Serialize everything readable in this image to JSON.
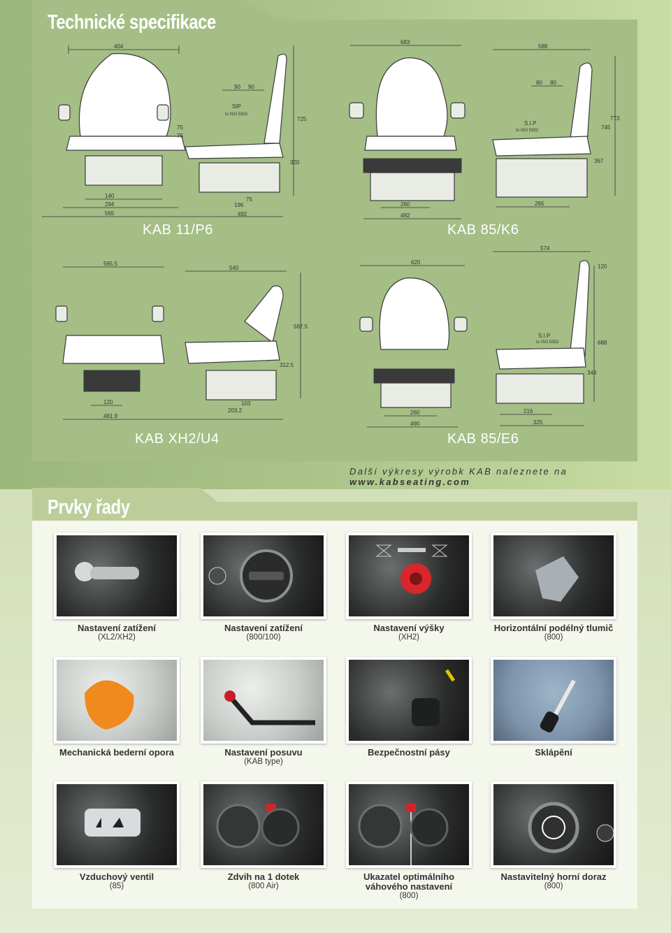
{
  "specs": {
    "title": "Technické specifikace",
    "models": [
      {
        "label": "KAB 11/P6"
      },
      {
        "label": "KAB 85/K6"
      },
      {
        "label": "KAB XH2/U4"
      },
      {
        "label": "KAB 85/E6"
      }
    ],
    "dims": {
      "kab11": {
        "front_width": "404",
        "d565": "565",
        "d294": "294",
        "d140": "140",
        "d90a": "90",
        "d90b": "90",
        "d75a": "75",
        "d75b": "75",
        "sip": "SIP",
        "sip_iso": "to ISO 5353",
        "d725": "725",
        "d320": "320",
        "d75c": "75",
        "d196": "196",
        "d492": "492"
      },
      "kab85k6": {
        "d683": "683",
        "d588": "588",
        "d80a": "80",
        "d80b": "80",
        "sip": "S.I.P",
        "sip_iso": "to ISO 5353",
        "d773": "773",
        "d745": "745",
        "d367": "367",
        "d260": "260",
        "d492": "492",
        "d265": "265"
      },
      "kabxh2": {
        "d5655": "565.5",
        "d540": "540",
        "d5875": "587.5",
        "d3125": "312.5",
        "d120": "120",
        "d103": "103",
        "d2032": "203.2",
        "d4819": "481.9"
      },
      "kab85e6": {
        "d620": "620",
        "d574": "574",
        "d120": "120",
        "sip": "S.I.P",
        "sip_iso": "to ISO 5353",
        "d688": "688",
        "d348": "348",
        "d260": "260",
        "d490": "490",
        "d216": "216",
        "d325": "325"
      }
    },
    "website_prefix": "Další výkresy výrobk",
    "website_mid": "KAB naleznete na",
    "website_url": "www.kabseating.com"
  },
  "series": {
    "title": "Prvky řady",
    "features": [
      {
        "title": "Nastavení zatížení",
        "subtitle": "(XL2/XH2)",
        "icon": "load-knob-icon"
      },
      {
        "title": "Nastavení zatížení",
        "subtitle": "(800/100)",
        "icon": "rotary-knob-icon"
      },
      {
        "title": "Nastavení výšky",
        "subtitle": "(XH2)",
        "icon": "height-button-icon"
      },
      {
        "title": "Horizontální podélný tlumič",
        "subtitle": "(800)",
        "icon": "damper-lever-icon"
      },
      {
        "title": "Mechanická bederní opora",
        "subtitle": "",
        "icon": "lumbar-knob-icon"
      },
      {
        "title": "Nastavení posuvu",
        "subtitle": "(KAB type)",
        "icon": "slide-lever-icon"
      },
      {
        "title": "Bezpečnostní pásy",
        "subtitle": "",
        "icon": "seatbelt-icon"
      },
      {
        "title": "Sklápění",
        "subtitle": "",
        "icon": "tilt-lever-icon"
      },
      {
        "title": "Vzduchový ventil",
        "subtitle": "(85)",
        "icon": "air-valve-icon"
      },
      {
        "title": "Zdvih na 1 dotek",
        "subtitle": "(800 Air)",
        "icon": "one-touch-icon"
      },
      {
        "title": "Ukazatel optimálního váhového nastavení",
        "subtitle": "(800)",
        "icon": "weight-indicator-icon"
      },
      {
        "title": "Nastavitelný horní doraz",
        "subtitle": "(800)",
        "icon": "top-stop-icon"
      }
    ]
  }
}
